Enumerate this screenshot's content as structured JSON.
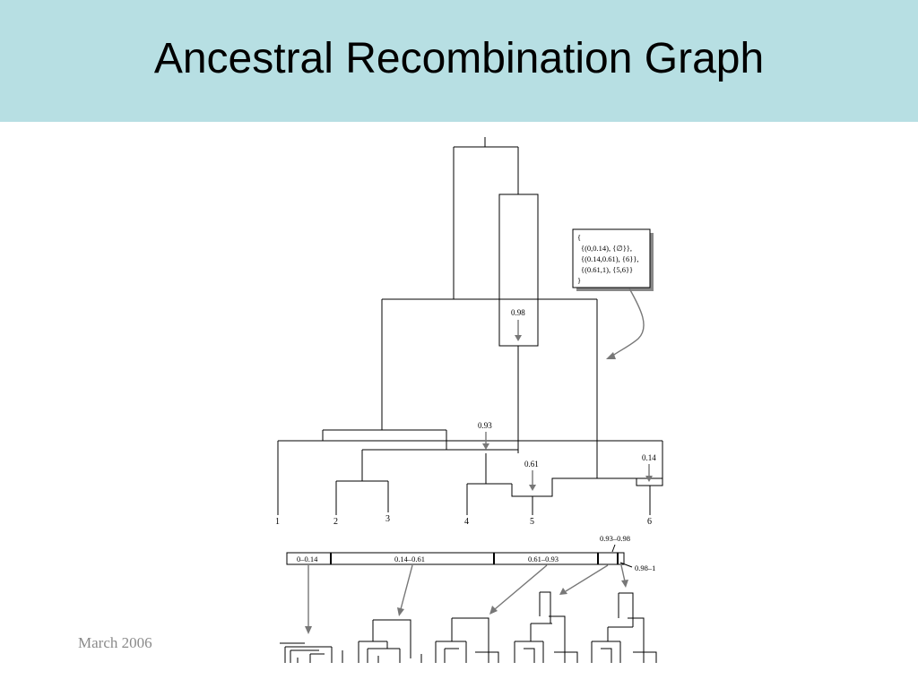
{
  "slide": {
    "title": "Ancestral Recombination Graph",
    "footer_date": "March 2006"
  },
  "diagram": {
    "leaves": [
      "1",
      "2",
      "3",
      "4",
      "5",
      "6"
    ],
    "recombination_points": [
      "0.98",
      "0.93",
      "0.61",
      "0.14"
    ],
    "annotation_lines": [
      "{",
      "{(0,0.14), {∅}},",
      "{(0.14,0.61), {6}},",
      "{(0.61,1), {5,6}}",
      "}"
    ],
    "intervals": [
      "0–0.14",
      "0.14–0.61",
      "0.61–0.93",
      "0.93–0.98",
      "0.98–1"
    ]
  }
}
